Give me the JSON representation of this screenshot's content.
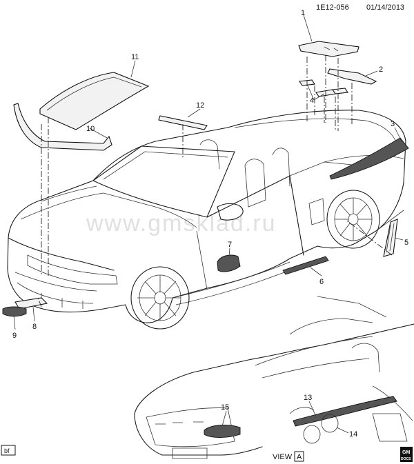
{
  "header": {
    "code": "1E12-056",
    "date": "01/14/2013"
  },
  "watermark": "www.gmsklad.ru",
  "callouts": [
    "1",
    "2",
    "3",
    "4",
    "5",
    "6",
    "7",
    "8",
    "9",
    "10",
    "11",
    "12",
    "13",
    "14",
    "15"
  ],
  "view_label": "VIEW",
  "view_letter": "A",
  "corner_tag": "bf",
  "gm_badge": {
    "top": "GM",
    "bottom": "DOCS"
  }
}
